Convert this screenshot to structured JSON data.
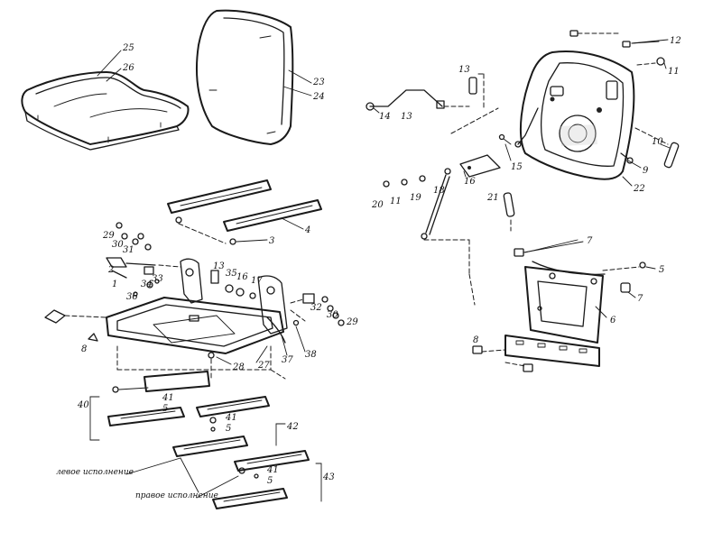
{
  "callouts": {
    "c25": "25",
    "c26": "26",
    "c23": "23",
    "c24": "24",
    "c12": "12",
    "c13a": "13",
    "c11a": "11",
    "c14": "14",
    "c13b": "13",
    "c9": "9",
    "c10": "10",
    "c15": "15",
    "c16": "16",
    "c22": "22",
    "c20": "20",
    "c11b": "11",
    "c19": "19",
    "c18": "18",
    "c21": "21",
    "c3": "3",
    "c4": "4",
    "c29": "29",
    "c30": "30",
    "c31": "31",
    "c2": "2",
    "c1": "1",
    "c34": "34",
    "c33": "33",
    "c36": "36",
    "c13c": "13",
    "c35": "35",
    "c16b": "16",
    "c17": "17",
    "c32": "32",
    "c30b": "30",
    "c29b": "29",
    "c8a": "8",
    "c28": "28",
    "c27": "27",
    "c37": "37",
    "c38": "38",
    "c40": "40",
    "c41a": "41",
    "c5a": "5",
    "c41b": "41",
    "c5b": "5",
    "c42": "42",
    "c41c": "41",
    "c5c": "5",
    "c43": "43",
    "c7a": "7",
    "c5d": "5",
    "c7b": "7",
    "c6": "6",
    "c8b": "8"
  },
  "captions": {
    "left_variant": "левое исполнение",
    "right_variant": "правое исполнение"
  },
  "colors": {
    "ink": "#1a1a1a",
    "paper": "#ffffff",
    "shade": "#cfcfcf"
  }
}
